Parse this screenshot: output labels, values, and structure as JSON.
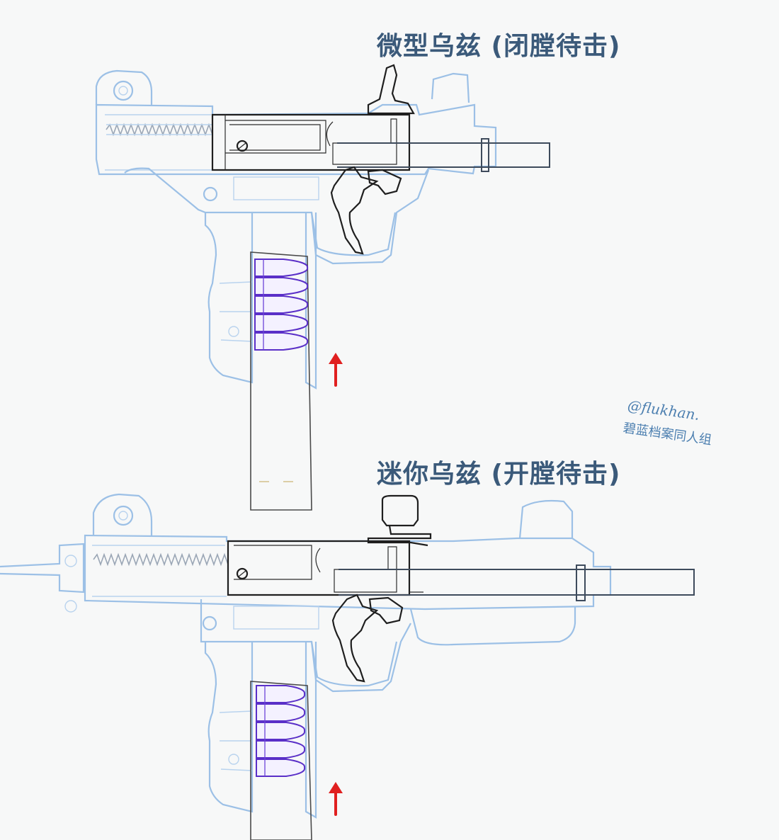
{
  "titles": {
    "top": "微型乌兹 (闭膛待击)",
    "bottom": "迷你乌兹 (开膛待击)"
  },
  "watermark": {
    "handle": "@flukhan.",
    "group": "碧蓝档案同人组"
  },
  "colors": {
    "title": "#3b5a7a",
    "frame_outline": "#9cc0e6",
    "mechanism": "#1f1f1f",
    "cartridges": "#5a2fc8",
    "arrow": "#e02020"
  }
}
